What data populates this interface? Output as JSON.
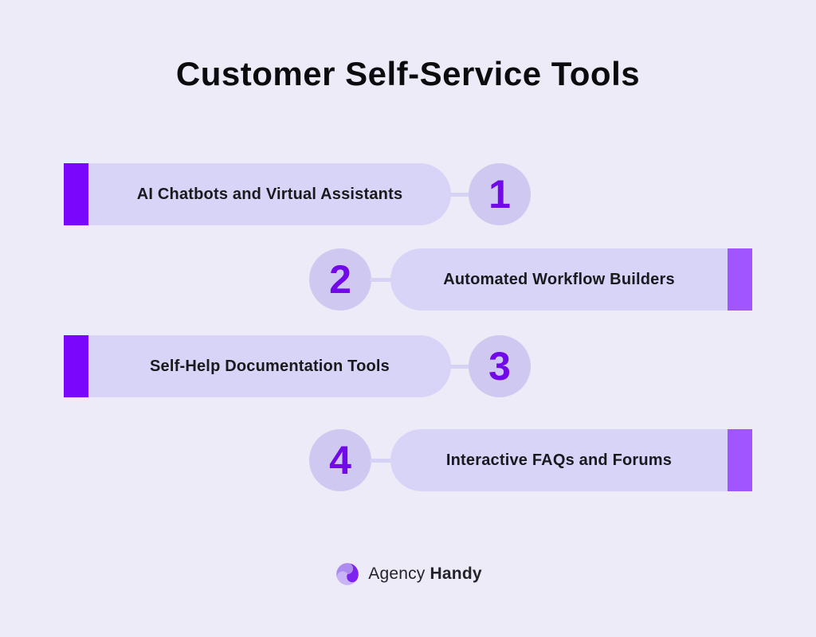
{
  "title": "Customer Self-Service Tools",
  "items": [
    {
      "number": "1",
      "label": "AI Chatbots and Virtual Assistants"
    },
    {
      "number": "2",
      "label": "Automated Workflow Builders"
    },
    {
      "number": "3",
      "label": "Self-Help Documentation Tools"
    },
    {
      "number": "4",
      "label": "Interactive FAQs and Forums"
    }
  ],
  "footer": {
    "brand_regular": "Agency",
    "brand_bold": "Handy",
    "logo_icon": "agency-handy-swirl-icon"
  },
  "colors": {
    "bg": "#EDEBF8",
    "pill": "#D8D4F7",
    "circle": "#CFC9F2",
    "connector": "#D6D2F5",
    "accent_strong": "#7A07FB",
    "accent_light": "#A055FE",
    "number": "#7109E8",
    "text": "#19191E",
    "title": "#0C0C0F",
    "footer_text": "#232329",
    "logo_dark": "#7E22EF",
    "logo_medium": "#AE8BEF",
    "logo_light": "#C9B3F5"
  }
}
